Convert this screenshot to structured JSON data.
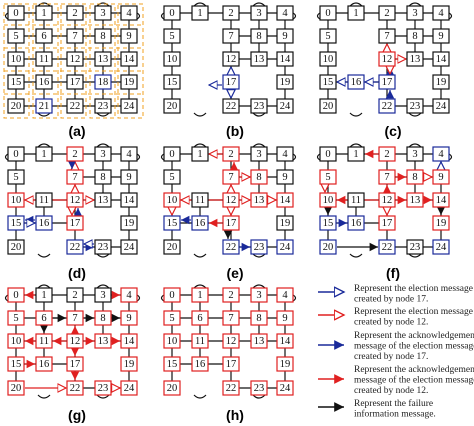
{
  "panels": [
    {
      "id": "a",
      "label": "(a)",
      "nodes": [
        "0",
        "1",
        "2",
        "3",
        "4",
        "5",
        "6",
        "7",
        "8",
        "9",
        "10",
        "11",
        "12",
        "13",
        "14",
        "15",
        "16",
        "17",
        "18",
        "19",
        "20",
        "21",
        "22",
        "23",
        "24"
      ]
    },
    {
      "id": "b",
      "label": "(b)",
      "nodes": [
        "0",
        "1",
        "2",
        "3",
        "4",
        "5",
        "7",
        "8",
        "9",
        "10",
        "12",
        "13",
        "14",
        "15",
        "17",
        "19",
        "20",
        "22",
        "23",
        "24"
      ]
    },
    {
      "id": "c",
      "label": "(c)",
      "nodes": [
        "0",
        "1",
        "2",
        "3",
        "4",
        "5",
        "7",
        "8",
        "9",
        "10",
        "12",
        "13",
        "14",
        "15",
        "16",
        "17",
        "19",
        "20",
        "22",
        "23",
        "24"
      ]
    },
    {
      "id": "d",
      "label": "(d)",
      "nodes": [
        "0",
        "1",
        "2",
        "3",
        "4",
        "5",
        "7",
        "8",
        "9",
        "10",
        "11",
        "12",
        "13",
        "14",
        "15",
        "16",
        "17",
        "19",
        "20",
        "22",
        "23",
        "24"
      ]
    },
    {
      "id": "e",
      "label": "(e)",
      "nodes": [
        "0",
        "1",
        "2",
        "3",
        "4",
        "5",
        "7",
        "8",
        "9",
        "10",
        "11",
        "12",
        "13",
        "14",
        "15",
        "16",
        "17",
        "19",
        "20",
        "22",
        "23",
        "24"
      ]
    },
    {
      "id": "f",
      "label": "(f)",
      "nodes": [
        "0",
        "1",
        "2",
        "3",
        "4",
        "5",
        "7",
        "8",
        "9",
        "10",
        "11",
        "12",
        "13",
        "14",
        "15",
        "16",
        "17",
        "19",
        "20",
        "22",
        "23",
        "24"
      ]
    },
    {
      "id": "g",
      "label": "(g)",
      "nodes": [
        "0",
        "1",
        "2",
        "3",
        "4",
        "5",
        "6",
        "7",
        "8",
        "9",
        "10",
        "11",
        "12",
        "13",
        "14",
        "15",
        "16",
        "17",
        "19",
        "20",
        "22",
        "23",
        "24"
      ]
    },
    {
      "id": "h",
      "label": "(h)",
      "nodes": [
        "0",
        "1",
        "2",
        "3",
        "4",
        "5",
        "6",
        "7",
        "8",
        "9",
        "10",
        "11",
        "12",
        "13",
        "14",
        "15",
        "16",
        "17",
        "19",
        "20",
        "22",
        "23",
        "24"
      ]
    }
  ],
  "legend": [
    {
      "style": "open-blue",
      "lines": [
        "Represent the election message",
        "created by node 17."
      ]
    },
    {
      "style": "open-red",
      "lines": [
        "Represent the election message",
        "created by node 12."
      ]
    },
    {
      "style": "solid-blue",
      "lines": [
        "Represent the acknowledgement",
        "message of the election message",
        "created by node 17."
      ]
    },
    {
      "style": "solid-red",
      "lines": [
        "Represent the acknowledgement",
        "message of the election message",
        "created by node 12."
      ]
    },
    {
      "style": "solid-black",
      "lines": [
        "Represent the failure",
        "information message."
      ]
    }
  ],
  "colors": {
    "black": "#111111",
    "red": "#e02020",
    "blue": "#1a2a9a",
    "orange": "#f0a020"
  }
}
